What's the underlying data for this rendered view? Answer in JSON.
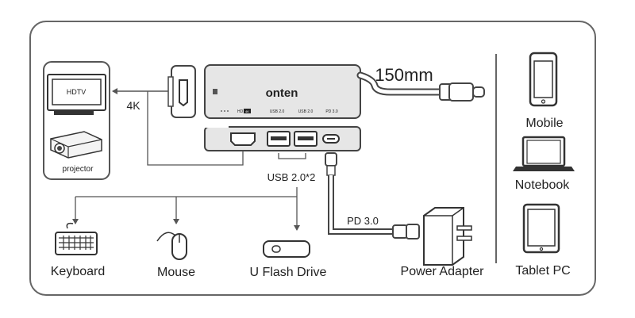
{
  "hub": {
    "brand": "onten",
    "cable_length": "150mm",
    "hd_label": "HD",
    "hd_badge": "4K",
    "usb_label_1": "USB 2.0",
    "usb_label_2": "USB 2.0",
    "pd_label": "PD 3.0"
  },
  "display": {
    "hdtv_label": "HDTV",
    "projector_label": "projector",
    "resolution": "4K"
  },
  "usb_devices": {
    "group_label": "USB 2.0*2",
    "keyboard": "Keyboard",
    "mouse": "Mouse",
    "flash_drive": "U Flash Drive"
  },
  "power": {
    "pd_label": "PD 3.0",
    "adapter": "Power Adapter"
  },
  "hosts": {
    "mobile": "Mobile",
    "notebook": "Notebook",
    "tablet": "Tablet PC"
  },
  "icons": [
    "hdmi-port-icon",
    "tv-icon",
    "projector-icon",
    "keyboard-icon",
    "mouse-icon",
    "flash-drive-icon",
    "power-adapter-icon",
    "phone-icon",
    "laptop-icon",
    "tablet-icon"
  ],
  "colors": {
    "line": "#555555",
    "hub_body": "#e6e6e6",
    "panel_border": "#666666"
  }
}
